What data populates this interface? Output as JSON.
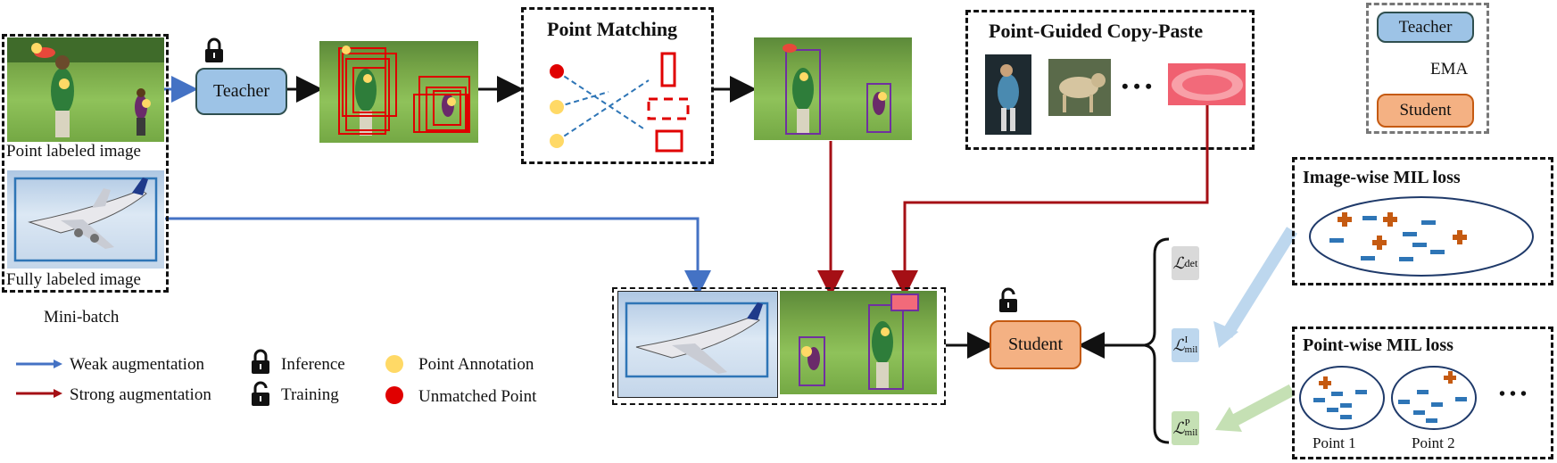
{
  "mini_batch": {
    "point_image_caption": "Point labeled  image",
    "full_image_caption": "Fully labeled  image",
    "label": "Mini-batch"
  },
  "nodes": {
    "teacher_top": "Teacher",
    "student_main": "Student",
    "ema_teacher": "Teacher",
    "ema_student": "Student",
    "ema_label": "EMA"
  },
  "point_matching": {
    "title": "Point Matching"
  },
  "copy_paste": {
    "title": "Point-Guided Copy-Paste",
    "ellipsis": "• • •"
  },
  "image_mil": {
    "title": "Image-wise MIL loss"
  },
  "point_mil": {
    "title": "Point-wise MIL loss",
    "point1": "Point 1",
    "point2": "Point 2",
    "ellipsis": "• • •"
  },
  "losses": {
    "det": {
      "symbol": "ℒ",
      "sub": "det",
      "sup": ""
    },
    "mil_image": {
      "symbol": "ℒ",
      "sub": "mil",
      "sup": "I"
    },
    "mil_point": {
      "symbol": "ℒ",
      "sub": "mil",
      "sup": "P"
    }
  },
  "legend": {
    "weak": "Weak augmentation",
    "strong": "Strong augmentation",
    "inference": "Inference",
    "training": "Training",
    "point_annotation": "Point Annotation",
    "unmatched_point": "Unmatched Point"
  },
  "colors": {
    "weak_arrow": "#4472c4",
    "strong_arrow": "#a50f15",
    "point_annotation": "#ffd966",
    "unmatched_point": "#e00000",
    "teacher_fill": "#9dc3e6",
    "student_fill": "#f4b183",
    "plus_sign": "#c55a11",
    "minus_sign": "#2e75b6"
  },
  "icons": [
    "lock-closed-icon",
    "lock-open-icon"
  ]
}
